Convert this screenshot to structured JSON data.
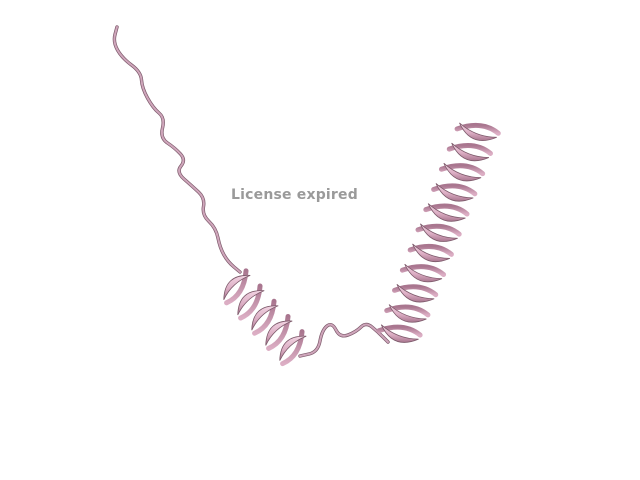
{
  "watermark": {
    "text": "License expired"
  },
  "structure": {
    "representation": "cartoon",
    "colors": {
      "ribbon_light": "#f2d3e2",
      "ribbon_mid": "#dcaec4",
      "ribbon_dark": "#a9768f",
      "coil": "#cfa6bb",
      "coil_edge": "#7d5a6b",
      "background": "#ffffff",
      "watermark": "#9a9a9a"
    },
    "elements": [
      "n-terminal-coil",
      "helix-1",
      "linker-coil",
      "helix-2"
    ]
  }
}
